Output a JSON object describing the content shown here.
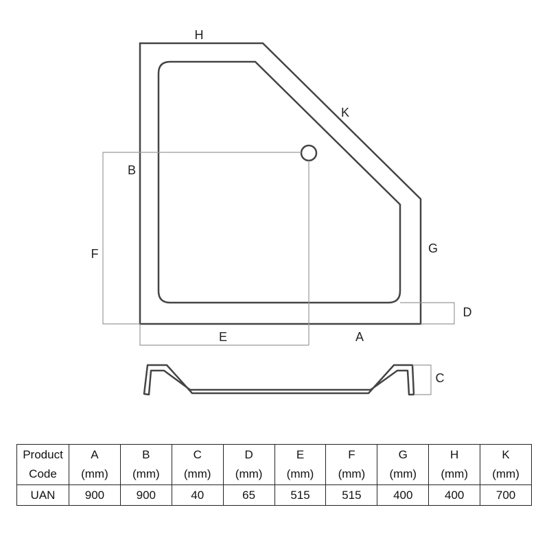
{
  "diagram": {
    "labels": {
      "H": "H",
      "K": "K",
      "B": "B",
      "F": "F",
      "G": "G",
      "D": "D",
      "E": "E",
      "A": "A",
      "C": "C"
    },
    "colors": {
      "outline": "#444444",
      "dim_line": "#999999",
      "label": "#222222"
    }
  },
  "table": {
    "header_first": [
      "Product",
      "Code"
    ],
    "columns": [
      {
        "name": "A",
        "unit": "(mm)"
      },
      {
        "name": "B",
        "unit": "(mm)"
      },
      {
        "name": "C",
        "unit": "(mm)"
      },
      {
        "name": "D",
        "unit": "(mm)"
      },
      {
        "name": "E",
        "unit": "(mm)"
      },
      {
        "name": "F",
        "unit": "(mm)"
      },
      {
        "name": "G",
        "unit": "(mm)"
      },
      {
        "name": "H",
        "unit": "(mm)"
      },
      {
        "name": "K",
        "unit": "(mm)"
      }
    ],
    "rows": [
      {
        "code": "UAN",
        "values": [
          "900",
          "900",
          "40",
          "65",
          "515",
          "515",
          "400",
          "400",
          "700"
        ]
      }
    ]
  }
}
